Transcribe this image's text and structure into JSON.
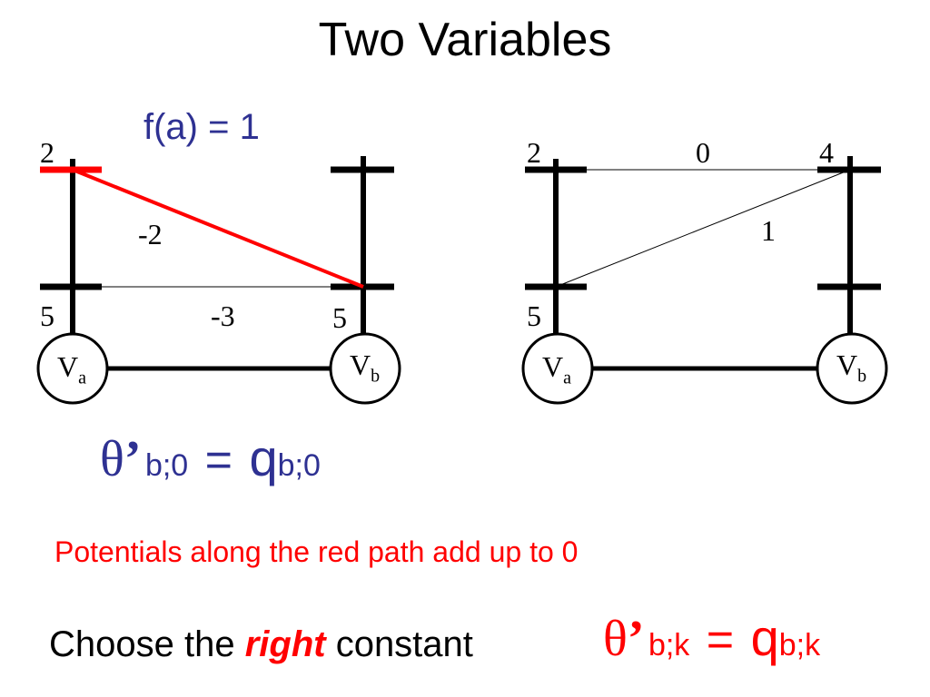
{
  "title": "Two Variables",
  "annotation_fa": "f(a) = 1",
  "left_graph": {
    "va_top": "2",
    "va_bottom": "5",
    "vb_bottom": "5",
    "edge_red": "-2",
    "edge_bottom": "-3",
    "node_a": {
      "main": "V",
      "sub": "a"
    },
    "node_b": {
      "main": "V",
      "sub": "b"
    }
  },
  "right_graph": {
    "va_top": "2",
    "va_bottom": "5",
    "vb_top": "4",
    "edge_top": "0",
    "edge_diag": "1",
    "node_a": {
      "main": "V",
      "sub": "a"
    },
    "node_b": {
      "main": "V",
      "sub": "b"
    }
  },
  "formula1": {
    "theta": "θ",
    "prime": "’",
    "sub1": "b;0",
    "eq": "=",
    "q": "q",
    "sub2": "b;0"
  },
  "note": "Potentials along the red path add up to 0",
  "choose": {
    "before": "Choose the ",
    "emph": "right",
    "after": " constant"
  },
  "formula2": {
    "theta": "θ",
    "prime": "’",
    "sub1": "b;k",
    "eq": "=",
    "q": "q",
    "sub2": "b;k"
  },
  "colors": {
    "blue": "#2e3192",
    "red": "#ff0000",
    "black": "#000000"
  }
}
